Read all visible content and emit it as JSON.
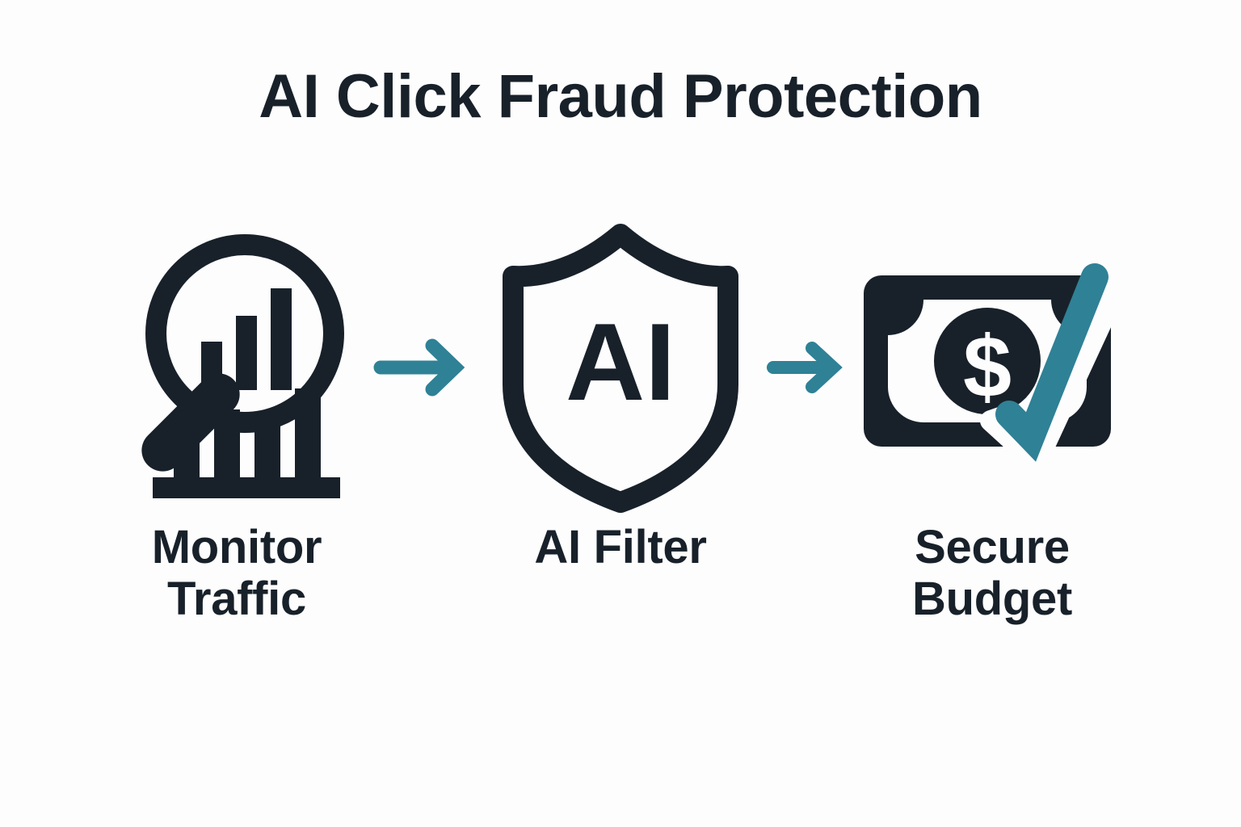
{
  "page": {
    "title": "AI Click Fraud Protection",
    "background_color": "#fdfdfd",
    "ink_color": "#18212a",
    "accent_color": "#2f8196"
  },
  "flow": {
    "steps": [
      {
        "id": "monitor-traffic",
        "icon": "magnifier-bar-chart-icon",
        "label_line_1": "Monitor",
        "label_line_2": "Traffic"
      },
      {
        "id": "ai-filter",
        "icon": "shield-ai-icon",
        "icon_text": "AI",
        "label_line_1": "AI Filter",
        "label_line_2": ""
      },
      {
        "id": "secure-budget",
        "icon": "banknote-dollar-check-icon",
        "icon_symbol": "$",
        "label_line_1": "Secure",
        "label_line_2": "Budget"
      }
    ],
    "connectors": [
      {
        "id": "arrow-1",
        "icon": "arrow-right-icon",
        "color": "#2f8196"
      },
      {
        "id": "arrow-2",
        "icon": "arrow-right-icon",
        "color": "#2f8196"
      }
    ]
  }
}
